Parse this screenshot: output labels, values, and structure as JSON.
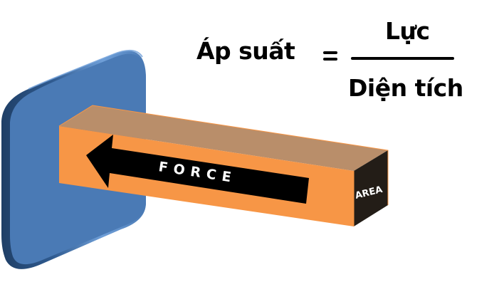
{
  "formula": {
    "lhs": "Áp suất",
    "operator": "=",
    "numerator": "Lực",
    "denominator": "Diện tích"
  },
  "diagram": {
    "arrow_label": "FORCE",
    "end_face_label": "AREA",
    "colors": {
      "plate": "#4a7ab5",
      "plate_highlight": "#6f9fd8",
      "plate_shadow": "#1f3f66",
      "box_front": "#f79646",
      "box_top": "#b98e6a",
      "box_end": "#231d17",
      "arrow": "#000000",
      "label_text": "#ffffff"
    }
  }
}
